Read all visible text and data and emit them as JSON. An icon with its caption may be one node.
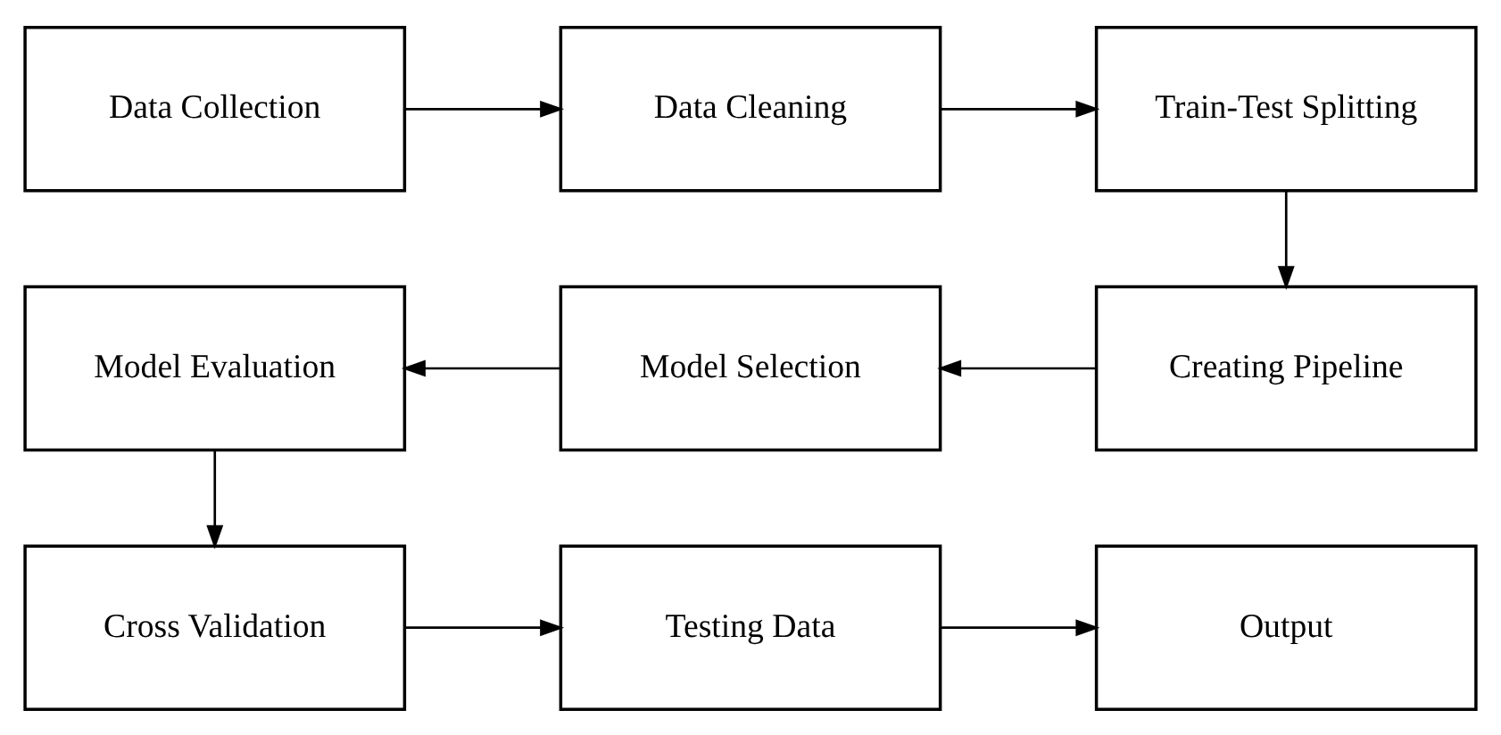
{
  "diagram": {
    "nodes": [
      {
        "text": [
          "Data Collection"
        ]
      },
      {
        "text": [
          "Data Cleaning"
        ]
      },
      {
        "text": [
          "Train-Test Splitting"
        ]
      },
      {
        "text": [
          "Creating Pipeline"
        ]
      },
      {
        "text": [
          "Model Selection"
        ]
      },
      {
        "text": [
          "Model Evaluation"
        ]
      },
      {
        "text": [
          "Cross Validation"
        ]
      },
      {
        "text": [
          "Testing Data"
        ]
      },
      {
        "text": [
          "Output"
        ]
      }
    ],
    "edges": [
      {
        "from": 0,
        "to": 1,
        "arrow": "to"
      },
      {
        "from": 1,
        "to": 2,
        "arrow": "to"
      },
      {
        "from": 2,
        "to": 3,
        "arrow": "to"
      },
      {
        "from": 3,
        "to": 4,
        "arrow": "to"
      },
      {
        "from": 4,
        "to": 5,
        "arrow": "to"
      },
      {
        "from": 5,
        "to": 6,
        "arrow": "to"
      },
      {
        "from": 6,
        "to": 7,
        "arrow": "to"
      },
      {
        "from": 7,
        "to": 8,
        "arrow": "to"
      }
    ]
  }
}
